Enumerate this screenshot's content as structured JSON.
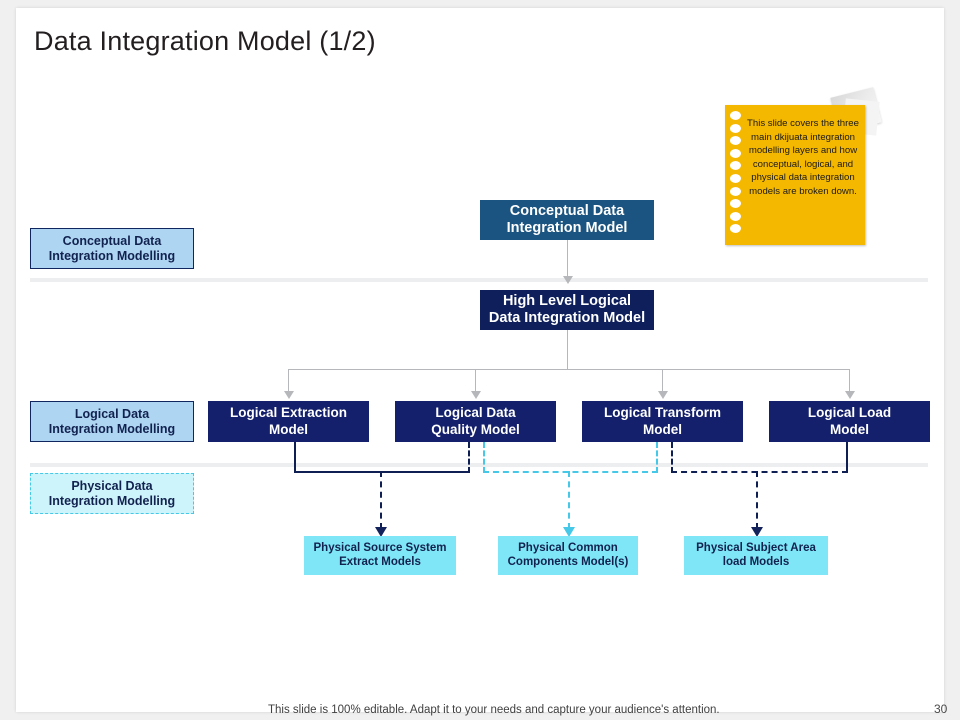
{
  "slide": {
    "title": "Data Integration Model (1/2)",
    "page_number": "30",
    "footer": "This slide is 100% editable. Adapt it to your needs and capture your audience's attention."
  },
  "note": {
    "text": "This slide covers the three main  dkijuata integration modelling layers and how conceptual, logical, and physical data integration models  are broken down.",
    "color": "#f5b800"
  },
  "layer_labels": [
    {
      "line1": "Conceptual Data",
      "line2": "Integration Modelling",
      "style": "solid-blue"
    },
    {
      "line1": "Logical Data",
      "line2": "Integration Modelling",
      "style": "solid-blue"
    },
    {
      "line1": "Physical Data",
      "line2": "Integration Modelling",
      "style": "dashed-cyan"
    }
  ],
  "nodes": {
    "conceptual": {
      "line1": "Conceptual Data",
      "line2": "Integration Model",
      "color": "#1b5480"
    },
    "high_level": {
      "line1": "High Level Logical",
      "line2": "Data Integration Model",
      "color": "#0e1f5b"
    }
  },
  "logical_models": [
    {
      "line1": "Logical Extraction",
      "line2": "Model"
    },
    {
      "line1": "Logical Data",
      "line2": "Quality Model"
    },
    {
      "line1": "Logical Transform",
      "line2": "Model"
    },
    {
      "line1": "Logical Load",
      "line2": "Model"
    }
  ],
  "physical_models": [
    {
      "line1": "Physical Source System",
      "line2": "Extract Models"
    },
    {
      "line1": "Physical Common",
      "line2": "Components Model(s)"
    },
    {
      "line1": "Physical Subject Area",
      "line2": "load Models"
    }
  ],
  "colors": {
    "navy": "#14206b",
    "mid_blue": "#1b5480",
    "light_blue": "#aed5f2",
    "cyan": "#7fe6f7",
    "cyan_border": "#46c8e8",
    "connector_gray": "#b5b7ba"
  }
}
